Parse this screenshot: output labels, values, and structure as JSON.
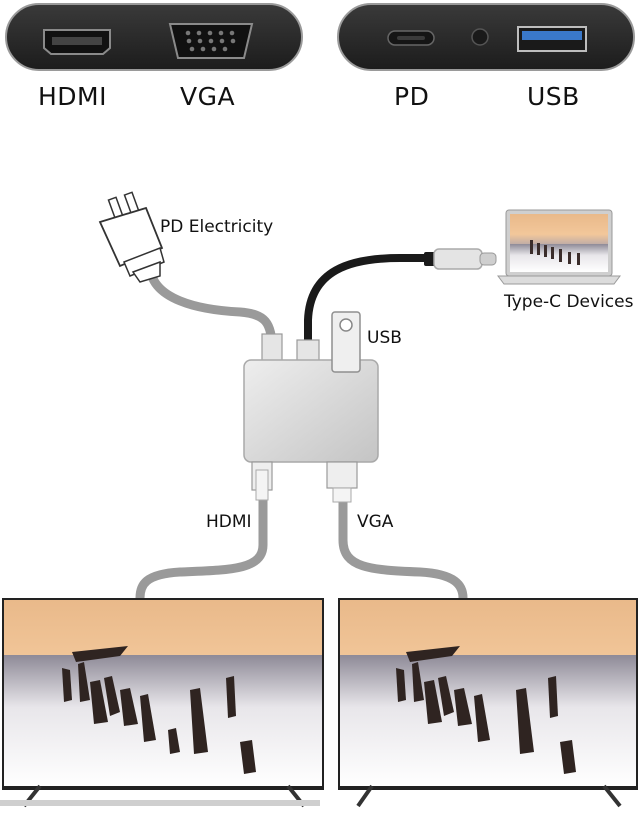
{
  "top_panel": {
    "left_labels": [
      "HDMI",
      "VGA"
    ],
    "right_labels": [
      "PD",
      "USB"
    ]
  },
  "diagram": {
    "power_label": "PD Electricity",
    "device_label": "Type-C Devices",
    "usb_label": "USB",
    "hdmi_label": "HDMI",
    "vga_label": "VGA"
  },
  "colors": {
    "adapter_bar": "#2b2b2b",
    "hub_body": "#d6d6d6",
    "cable_gray": "#9a9a9a",
    "cable_black": "#1a1a1a",
    "usb_port_blue": "#3a78c9"
  },
  "icons": [
    "hdmi-port-icon",
    "vga-port-icon",
    "usb-c-port-icon",
    "usb-a-port-icon",
    "power-plug-icon",
    "laptop-icon",
    "monitor-icon"
  ]
}
